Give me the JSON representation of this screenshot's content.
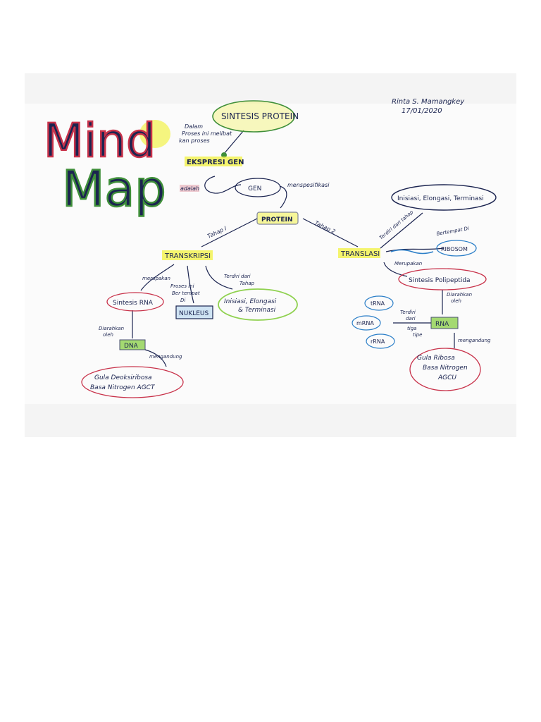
{
  "author": {
    "name": "Rinta S. Mamangkey",
    "date": "17/01/2020"
  },
  "title": {
    "line1": "Mind",
    "line2": "Map"
  },
  "nodes": {
    "sintesis_protein": "SINTESIS PROTEIN",
    "dalam_proses": [
      "Dalam",
      "Proses ini melibat",
      "kan proses"
    ],
    "ekspresi_gen": "EKSPRESI GEN",
    "adalah": "adalah",
    "gen": "GEN",
    "menspesifikasi": "menspesifikasi",
    "protein": "PROTEIN",
    "tahap_1": "Tahap I",
    "tahap_2": "Tahap 2",
    "transkripsi": "TRANSKRIPSI",
    "translasi": "TRANSLASI",
    "terdiri_dari_tahap_top": "Terdiri dari tahap",
    "inisiasi_translasi": "Inisiasi, Elongasi, Terminasi",
    "bertempat_di": "Bertempat Di",
    "ribosom": "RIBOSOM",
    "merupakan_left": "merupakan",
    "proses_ini": [
      "Proses ini",
      "Ber tempat",
      "Di"
    ],
    "terdiri_dari_tahap_left": [
      "Terdiri dari",
      "Tahap"
    ],
    "sintesis_rna": "Sintesis RNA",
    "nukleus": "NUKLEUS",
    "inisiasi_transkripsi": [
      "Inisiasi, Elongasi",
      "& Terminasi"
    ],
    "diarahkan_oleh_left": [
      "Diarahkan",
      "oleh"
    ],
    "dna": "DNA",
    "mengandung_left": "mengandung",
    "gula_deoksiribosa": [
      "Gula Deoksiribosa",
      "Basa Nitrogen AGCT"
    ],
    "merupakan_right": "Merupakan",
    "sintesis_polipeptida": "Sintesis Polipeptida",
    "diarahkan_oleh_right": [
      "Diarahkan",
      "oleh"
    ],
    "trna": "tRNA",
    "mrna": "mRNA",
    "rrna": "rRNA",
    "terdiri_dari_tiga_tipe": [
      "Terdiri",
      "dari",
      "tiga",
      "tipe"
    ],
    "rna": "RNA",
    "mengandung_right": "mengandung",
    "gula_ribosa": [
      "Gula Ribosa",
      "Basa Nitrogen",
      "AGCU"
    ]
  },
  "colors": {
    "ink": "#1b2450",
    "highlight_yellow": "#f2f24a",
    "highlight_green": "#8fd14f",
    "accent_red": "#c8324a",
    "accent_blue": "#2c7fc8",
    "box_blue": "#cfe3f3"
  }
}
